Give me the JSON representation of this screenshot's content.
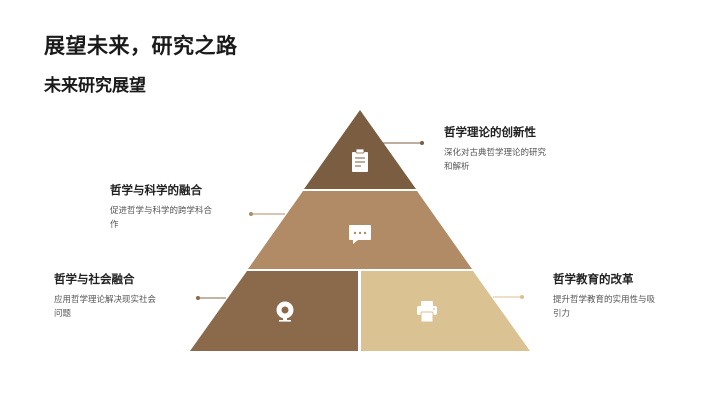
{
  "slide": {
    "title": "展望未来，研究之路",
    "subtitle": "未来研究展望"
  },
  "pyramid": {
    "tiers": [
      {
        "name": "top",
        "color": "#7b5e42",
        "icon": "clipboard-icon"
      },
      {
        "name": "middle",
        "color": "#b08b66",
        "icon": "chat-bubble-icon"
      },
      {
        "name": "bottom-left",
        "color": "#8a6a4a",
        "icon": "webcam-icon"
      },
      {
        "name": "bottom-right",
        "color": "#dbc292",
        "icon": "printer-icon"
      }
    ]
  },
  "items": [
    {
      "heading": "哲学理论的创新性",
      "desc_line1": "深化对古典哲学理论的研究",
      "desc_line2": "和解析"
    },
    {
      "heading": "哲学与科学的融合",
      "desc_line1": "促进哲学与科学的跨学科合",
      "desc_line2": "作"
    },
    {
      "heading": "哲学与社会融合",
      "desc_line1": "应用哲学理论解决现实社会",
      "desc_line2": "问题"
    },
    {
      "heading": "哲学教育的改革",
      "desc_line1": "提升哲学教育的实用性与吸",
      "desc_line2": "引力"
    }
  ]
}
